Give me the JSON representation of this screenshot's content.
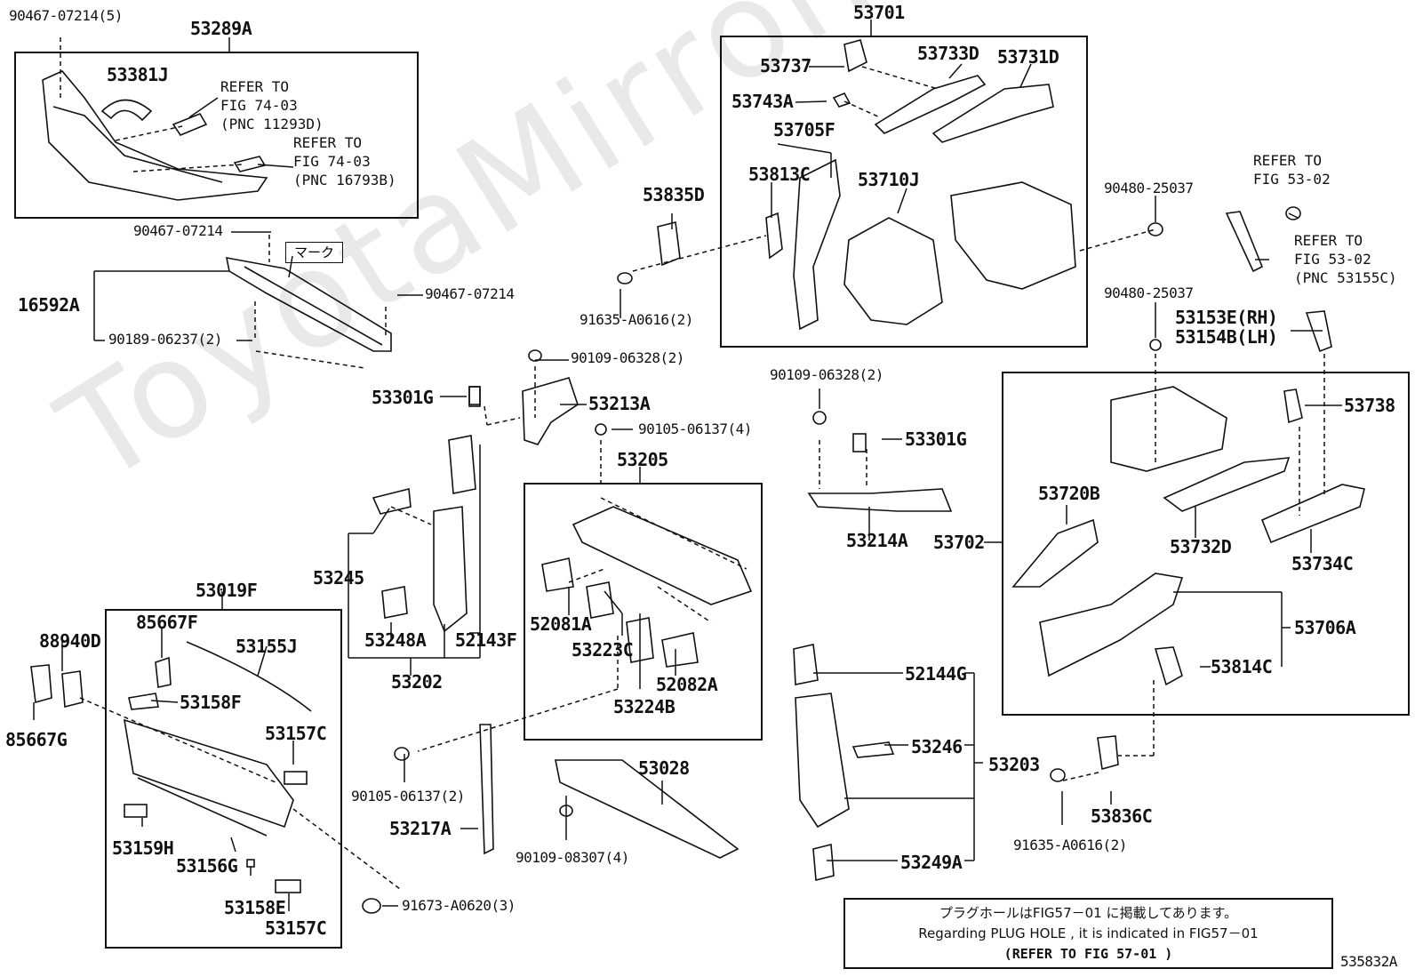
{
  "watermark": "ToyotaMirror.ru",
  "figure_code": "535832A",
  "note": {
    "line1": "プラグホールはFIG57－01 に掲載してあります。",
    "line2": "Regarding PLUG HOLE , it is indicated in FIG57－01",
    "line3": "(REFER TO FIG 57-01 )"
  },
  "marker_label": "マーク",
  "labels": {
    "p90467_07214_5": "90467-07214(5)",
    "p53289A": "53289A",
    "p53381J": "53381J",
    "ref1": "REFER TO\nFIG 74-03\n(PNC 11293D)",
    "ref2": "REFER TO\nFIG 74-03\n(PNC 16793B)",
    "p90467_07214_a": "90467-07214",
    "p90467_07214_b": "90467-07214",
    "p16592A": "16592A",
    "p90189_06237_2": "90189-06237(2)",
    "p53701": "53701",
    "p53737": "53737",
    "p53733D": "53733D",
    "p53731D": "53731D",
    "p53743A": "53743A",
    "p53705F": "53705F",
    "p53813C": "53813C",
    "p53710J": "53710J",
    "p53835D": "53835D",
    "p91635_A0616_2a": "91635-A0616(2)",
    "p90480_25037a": "90480-25037",
    "ref3": "REFER TO\nFIG 53-02",
    "ref4": "REFER TO\nFIG 53-02\n(PNC 53155C)",
    "p90480_25037b": "90480-25037",
    "p53153E": "53153E(RH)",
    "p53154B": "53154B(LH)",
    "p90109_06328_2a": "90109-06328(2)",
    "p53301G_a": "53301G",
    "p53213A": "53213A",
    "p90105_06137_4": "90105-06137(4)",
    "p53205": "53205",
    "p90109_06328_2b": "90109-06328(2)",
    "p53301G_b": "53301G",
    "p53214A": "53214A",
    "p53702": "53702",
    "p53738": "53738",
    "p53720B": "53720B",
    "p53732D": "53732D",
    "p53734C": "53734C",
    "p53706A": "53706A",
    "p53814C": "53814C",
    "p53245": "53245",
    "p53248A": "53248A",
    "p52143F": "52143F",
    "p53202": "53202",
    "p52081A": "52081A",
    "p53223C": "53223C",
    "p52082A": "52082A",
    "p53224B": "53224B",
    "p53019F": "53019F",
    "p85667F": "85667F",
    "p88940D": "88940D",
    "p53155J": "53155J",
    "p53158F": "53158F",
    "p53157C_a": "53157C",
    "p85667G": "85667G",
    "p53159H": "53159H",
    "p53156G": "53156G",
    "p53158E": "53158E",
    "p53157C_b": "53157C",
    "p90105_06137_2": "90105-06137(2)",
    "p53217A": "53217A",
    "p53028": "53028",
    "p90109_08307_4": "90109-08307(4)",
    "p91673_A0620_3": "91673-A0620(3)",
    "p52144G": "52144G",
    "p53246": "53246",
    "p53203": "53203",
    "p53249A": "53249A",
    "p53836C": "53836C",
    "p91635_A0616_2b": "91635-A0616(2)"
  }
}
